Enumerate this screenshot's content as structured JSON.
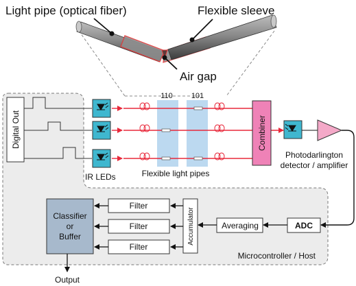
{
  "annotations": {
    "light_pipe": "Light pipe (optical fiber)",
    "flexible_sleeve": "Flexible sleeve",
    "air_gap": "Air gap"
  },
  "codes": {
    "code_a": "110",
    "code_b": "101"
  },
  "blocks": {
    "digital_out": "Digital Out",
    "combiner": "Combiner",
    "accumulator": "Accumulator",
    "averaging": "Averaging",
    "adc": "ADC",
    "classifier_line1": "Classifier",
    "classifier_line2": "or",
    "classifier_line3": "Buffer",
    "filter": "Filter"
  },
  "labels": {
    "ir_leds": "IR LEDs",
    "flexible_light_pipes": "Flexible light pipes",
    "photodarlington_line1": "Photodarlington",
    "photodarlington_line2": "detector / amplifier",
    "microcontroller": "Microcontroller / Host",
    "output": "Output"
  },
  "colors": {
    "beam": "#e8283a",
    "combiner_fill": "#ef82b7",
    "led_fill": "#3fb7cf",
    "amp_fill": "#f4a9c8",
    "pipe_band": "#bcd9f0",
    "classifier_fill": "#a7b9cc",
    "host_bg": "#ececec"
  }
}
